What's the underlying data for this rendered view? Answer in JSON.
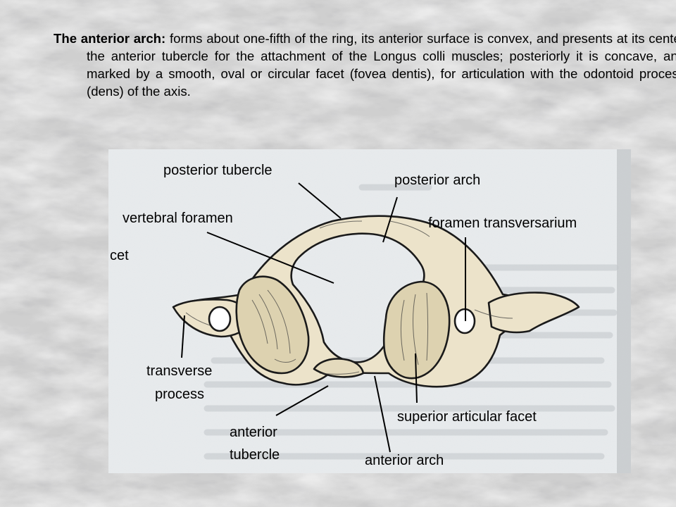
{
  "slide": {
    "lead": "The anterior arch:",
    "body": " forms about one-fifth of the ring, its anterior surface is convex, and presents at its center the anterior tubercle for the attachment of the Longus colli muscles; posteriorly it is concave, and marked by a smooth, oval or circular facet (fovea dentis), for articulation with the odontoid process (dens) of the axis."
  },
  "figure": {
    "labels": {
      "posterior_tubercle": "posterior tubercle",
      "posterior_arch": "posterior arch",
      "vertebral_foramen": "vertebral foramen",
      "foramen_transversarium": "foramen transversarium",
      "facet_fragment": "cet",
      "transverse_process_line1": "transverse",
      "transverse_process_line2": "process",
      "superior_articular_facet": "superior articular facet",
      "anterior_tubercle_line1": "anterior",
      "anterior_tubercle_line2": "tubercle",
      "anterior_arch": "anterior arch"
    }
  },
  "colors": {
    "bone_fill": "#ece3ca",
    "facet_fill": "#ddd2b0",
    "outline": "#1a1a1a",
    "plate_bg": "#e9ecee",
    "text": "#000000"
  }
}
